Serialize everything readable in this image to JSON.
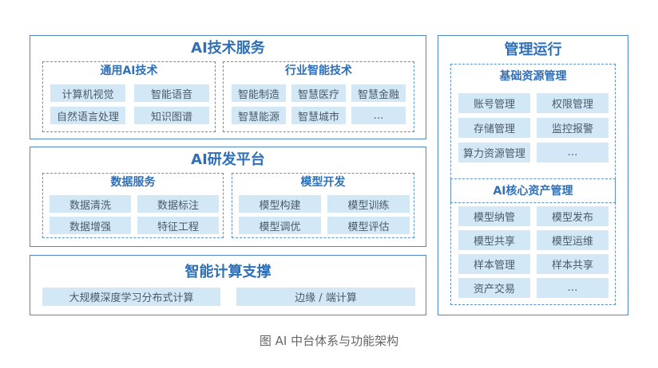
{
  "ai_services": {
    "title": "AI技术服务",
    "general": {
      "title": "通用AI技术",
      "items": [
        "计算机视觉",
        "智能语音",
        "自然语言处理",
        "知识图谱"
      ]
    },
    "industry": {
      "title": "行业智能技术",
      "items": [
        "智能制造",
        "智慧医疗",
        "智慧金融",
        "智慧能源",
        "智慧城市",
        "…"
      ]
    }
  },
  "rd_platform": {
    "title": "AI研发平台",
    "data_services": {
      "title": "数据服务",
      "items": [
        "数据清洗",
        "数据标注",
        "数据增强",
        "特征工程"
      ]
    },
    "model_dev": {
      "title": "模型开发",
      "items": [
        "模型构建",
        "模型训练",
        "模型调优",
        "模型评估"
      ]
    }
  },
  "compute": {
    "title": "智能计算支撑",
    "items": [
      "大规模深度学习分布式计算",
      "边缘 / 端计算"
    ]
  },
  "management": {
    "title": "管理运行",
    "basic_resources": {
      "title": "基础资源管理",
      "items": [
        "账号管理",
        "权限管理",
        "存储管理",
        "监控报警",
        "算力资源管理",
        "…"
      ]
    },
    "core_assets": {
      "title": "AI核心资产管理",
      "items": [
        "模型纳管",
        "模型发布",
        "模型共享",
        "模型运维",
        "样本管理",
        "样本共享",
        "资产交易",
        "…"
      ]
    }
  },
  "caption": "图  AI 中台体系与功能架构"
}
